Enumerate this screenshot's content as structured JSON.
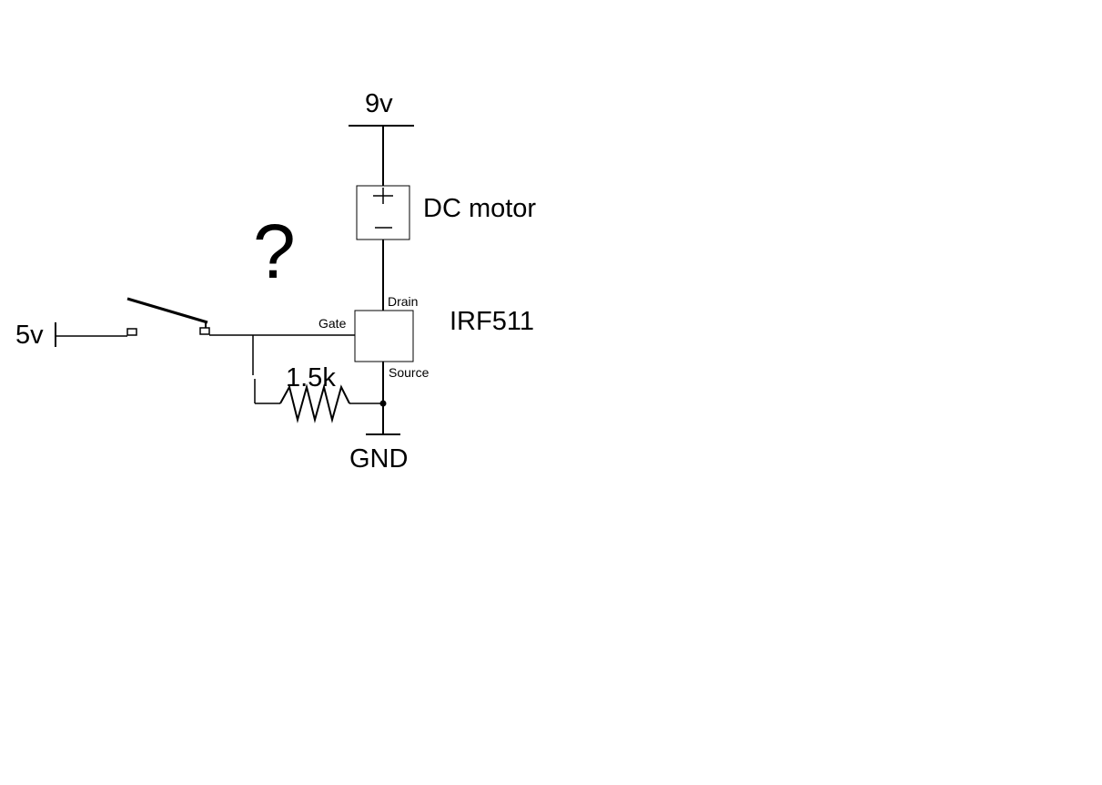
{
  "supply_top": {
    "label": "9v"
  },
  "motor": {
    "label": "DC motor",
    "plus_symbol": "+",
    "minus_symbol": "–"
  },
  "mosfet": {
    "part_label": "IRF511",
    "drain_label": "Drain",
    "gate_label": "Gate",
    "source_label": "Source"
  },
  "supply_left": {
    "label": "5v"
  },
  "resistor": {
    "label": "1.5k"
  },
  "ground": {
    "label": "GND"
  },
  "annotation": {
    "question_mark": "?"
  }
}
